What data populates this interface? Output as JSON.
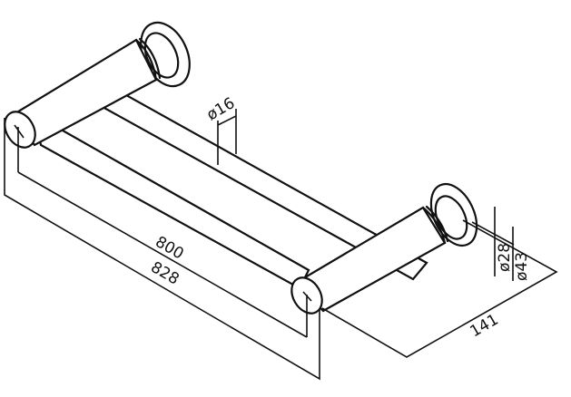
{
  "drawing": {
    "title": "Double towel rail dimension drawing",
    "dimensions": {
      "bar_diameter": "ø16",
      "inner_length": "800",
      "overall_length": "828",
      "depth": "141",
      "arm_diameter": "ø28",
      "flange_diameter": "ø43"
    }
  }
}
